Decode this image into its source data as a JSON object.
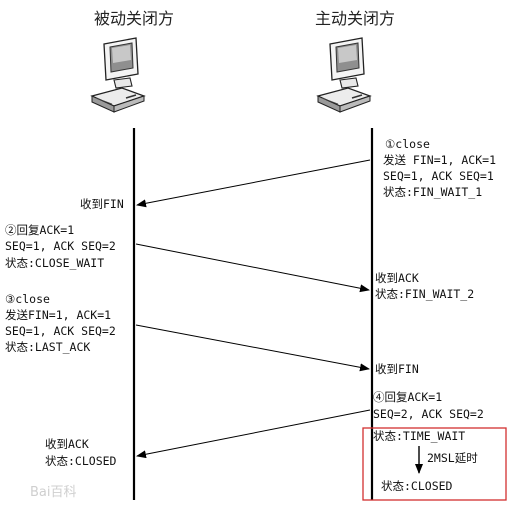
{
  "headers": {
    "left": "被动关闭方",
    "right": "主动关闭方"
  },
  "steps": {
    "s1": [
      "①close",
      "发送 FIN=1, ACK=1",
      "SEQ=1, ACK SEQ=1",
      "状态:FIN_WAIT_1"
    ],
    "r1": [
      "收到FIN"
    ],
    "s2": [
      "②回复ACK=1",
      "SEQ=1, ACK SEQ=2",
      "状态:CLOSE_WAIT"
    ],
    "r2": [
      "收到ACK",
      "状态:FIN_WAIT_2"
    ],
    "s3": [
      "③close",
      "发送FIN=1, ACK=1",
      "SEQ=1, ACK SEQ=2",
      "状态:LAST_ACK"
    ],
    "r3": [
      "收到FIN"
    ],
    "s4": [
      "④回复ACK=1",
      "SEQ=2, ACK SEQ=2"
    ],
    "r4": [
      "收到ACK",
      "状态:CLOSED"
    ],
    "time_wait": "状态:TIME_WAIT",
    "delay": "2MSL延时",
    "closed": "状态:CLOSED"
  },
  "watermark": "Bai百科",
  "colors": {
    "highlight_box": "#d23030",
    "line": "#000000"
  }
}
